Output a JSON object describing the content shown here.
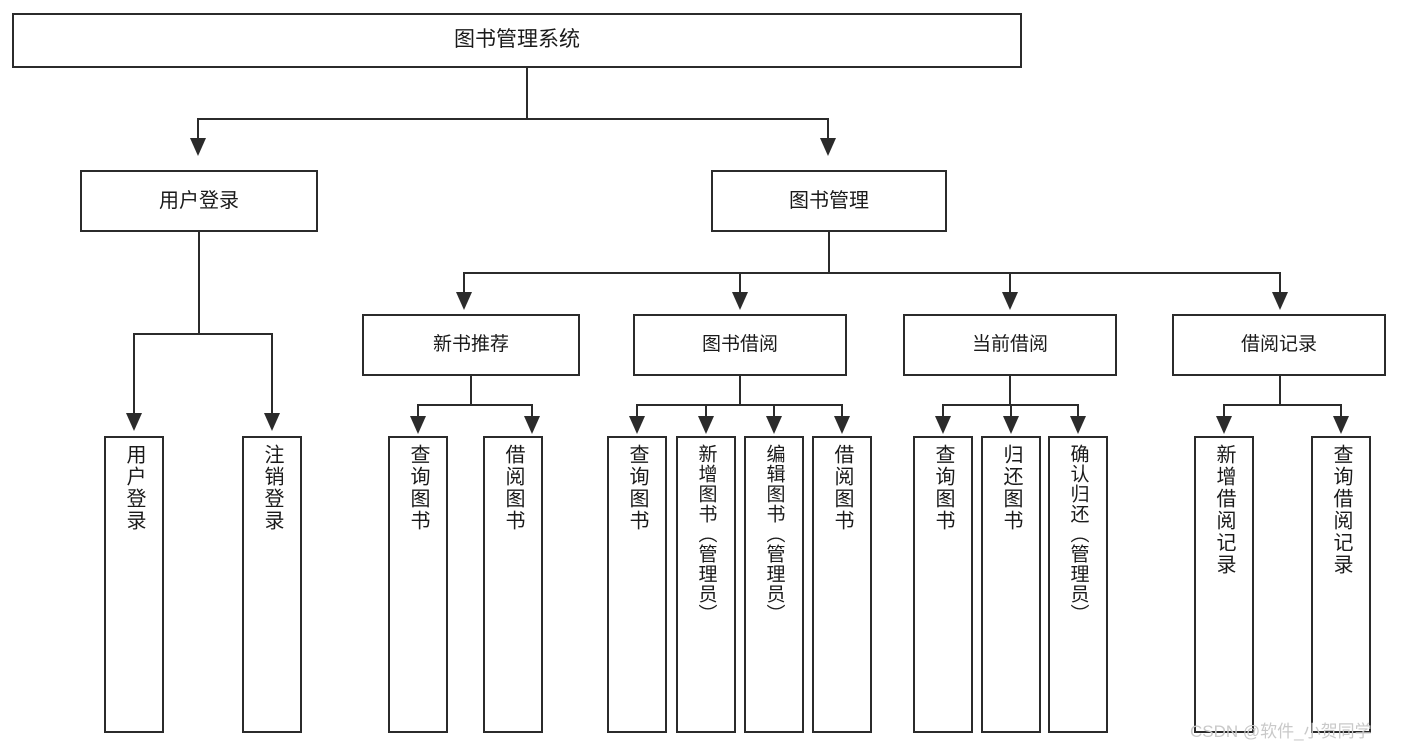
{
  "diagram": {
    "type": "tree-hierarchy-chart",
    "title": "图书管理系统",
    "root": {
      "label": "图书管理系统"
    },
    "level1": [
      {
        "id": "user-login",
        "label": "用户登录"
      },
      {
        "id": "book-management",
        "label": "图书管理"
      }
    ],
    "level2": [
      {
        "id": "new-book-recommend",
        "label": "新书推荐",
        "parent": "book-management"
      },
      {
        "id": "book-borrow",
        "label": "图书借阅",
        "parent": "book-management"
      },
      {
        "id": "current-borrow",
        "label": "当前借阅",
        "parent": "book-management"
      },
      {
        "id": "borrow-record",
        "label": "借阅记录",
        "parent": "book-management"
      }
    ],
    "leaves": {
      "user-login": [
        {
          "id": "leaf-user-login",
          "label": "用户登录"
        },
        {
          "id": "leaf-logout-login",
          "label": "注销登录"
        }
      ],
      "new-book-recommend": [
        {
          "id": "leaf-query-book-1",
          "label": "查询图书"
        },
        {
          "id": "leaf-borrow-book-1",
          "label": "借阅图书"
        }
      ],
      "book-borrow": [
        {
          "id": "leaf-query-book-2",
          "label": "查询图书"
        },
        {
          "id": "leaf-add-book",
          "label": "新增图书（管理员）"
        },
        {
          "id": "leaf-edit-book",
          "label": "编辑图书（管理员）"
        },
        {
          "id": "leaf-borrow-book-2",
          "label": "借阅图书"
        }
      ],
      "current-borrow": [
        {
          "id": "leaf-query-book-3",
          "label": "查询图书"
        },
        {
          "id": "leaf-return-book",
          "label": "归还图书"
        },
        {
          "id": "leaf-confirm-return",
          "label": "确认归还（管理员）"
        }
      ],
      "borrow-record": [
        {
          "id": "leaf-add-record",
          "label": "新增借阅记录"
        },
        {
          "id": "leaf-query-record",
          "label": "查询借阅记录"
        }
      ]
    },
    "colors": {
      "stroke": "#2b2b2b",
      "fill": "#ffffff",
      "text": "#1a1a1a",
      "watermark": "#c9c9c9"
    }
  },
  "watermark": {
    "text": "CSDN @软件_小贺同学"
  }
}
